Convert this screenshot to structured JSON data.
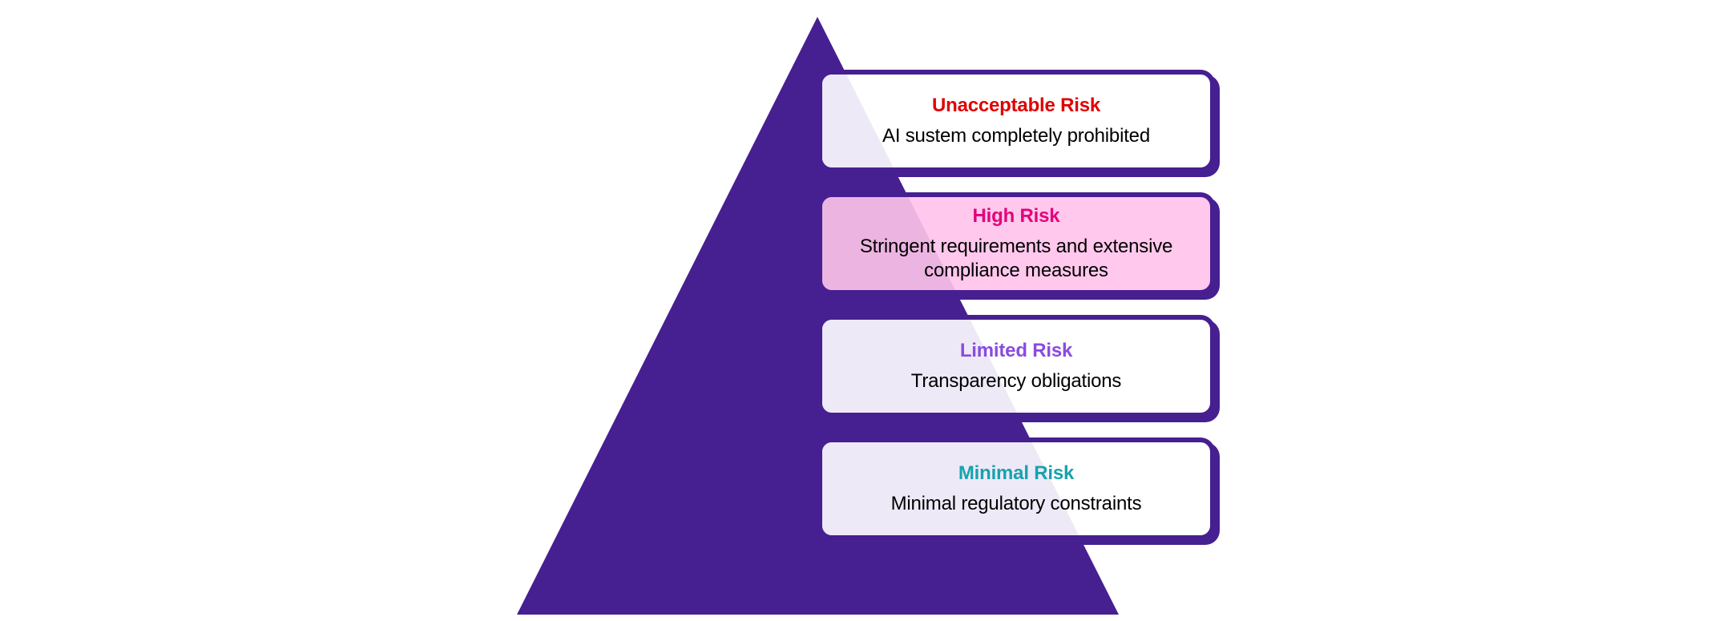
{
  "colors": {
    "pyramid": "#461f91",
    "tier_overlay": "#ede9f6",
    "box_white": "#ffffff",
    "box_highlight": "#ffc8ec",
    "box_highlight_overlay": "#ecb4e0"
  },
  "tiers": [
    {
      "title": "Unacceptable Risk",
      "description": "AI sustem completely prohibited",
      "title_color": "#e00000",
      "highlighted": false
    },
    {
      "title": "High Risk",
      "description": "Stringent requirements and extensive compliance measures",
      "title_color": "#e4007a",
      "highlighted": true
    },
    {
      "title": "Limited Risk",
      "description": "Transparency obligations",
      "title_color": "#8a4be0",
      "highlighted": false
    },
    {
      "title": "Minimal Risk",
      "description": "Minimal regulatory constraints",
      "title_color": "#17a2ad",
      "highlighted": false
    }
  ]
}
